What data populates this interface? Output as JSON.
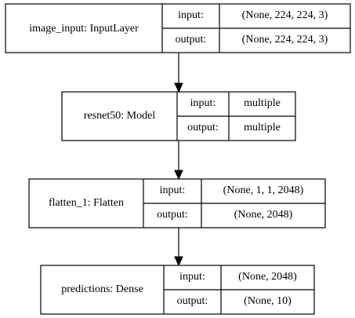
{
  "layers": [
    {
      "name": "image_input: InputLayer",
      "input_label": "input:",
      "output_label": "output:",
      "input_value": "(None, 224, 224, 3)",
      "output_value": "(None, 224, 224, 3)"
    },
    {
      "name": "resnet50: Model",
      "input_label": "input:",
      "output_label": "output:",
      "input_value": "multiple",
      "output_value": "multiple"
    },
    {
      "name": "flatten_1: Flatten",
      "input_label": "input:",
      "output_label": "output:",
      "input_value": "(None, 1, 1, 2048)",
      "output_value": "(None, 2048)"
    },
    {
      "name": "predictions: Dense",
      "input_label": "input:",
      "output_label": "output:",
      "input_value": "(None, 2048)",
      "output_value": "(None, 10)"
    }
  ]
}
